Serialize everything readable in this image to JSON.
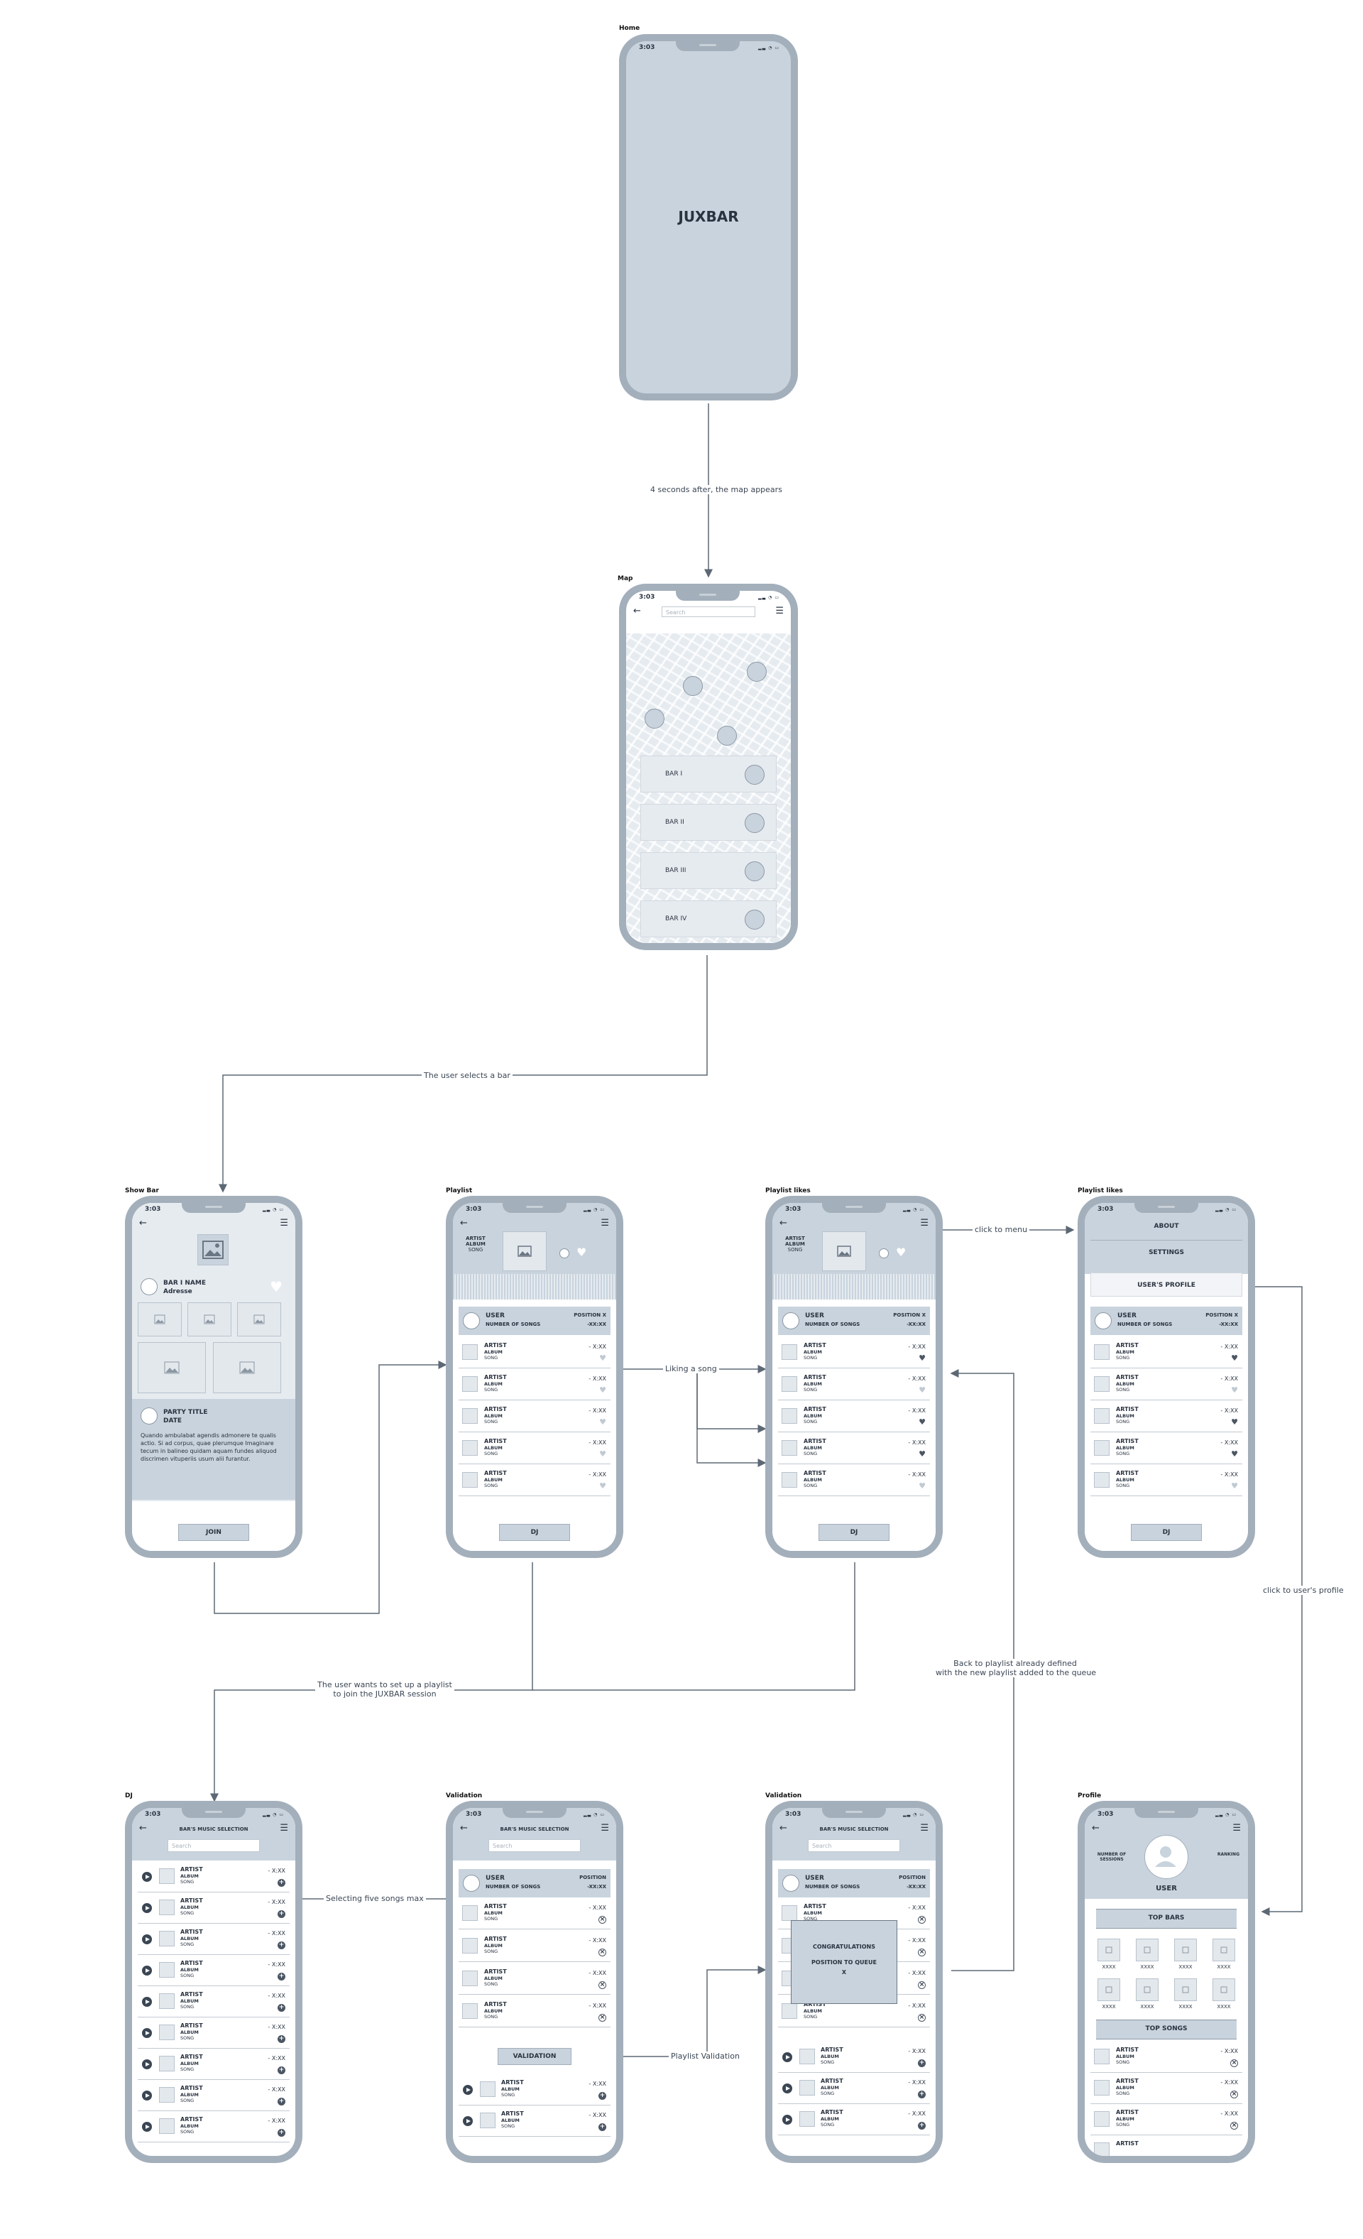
{
  "frames": {
    "home": "Home",
    "map": "Map",
    "showbar": "Show Bar",
    "playlist": "Playlist",
    "likes1": "Playlist likes",
    "likes2": "Playlist likes",
    "dj": "DJ",
    "val1": "Validation",
    "val2": "Validation",
    "profile": "Profile"
  },
  "time": "3:03",
  "app_name": "JUXBAR",
  "annotations": {
    "a1": "4 seconds after,  the map appears",
    "a2": "The user selects a bar",
    "a3": "Liking a song",
    "a4": "click to menu",
    "a5": "click to user's profile",
    "a6": "The user wants to set up a playlist",
    "a6b": "to join the JUXBAR session",
    "a7": "Back to playlist already defined",
    "a7b": "with the new playlist added to the queue",
    "a8": "Selecting five songs max",
    "a9": "Playlist Validation"
  },
  "search_placeholder": "Search",
  "bars": [
    "BAR I",
    "BAR II",
    "BAR III",
    "BAR IV"
  ],
  "showbar": {
    "name": "BAR I NAME",
    "address": "Adresse",
    "party_title": "PARTY TITLE",
    "date": "DATE",
    "desc": "Quando ambulabat agendis admonere te qualis actio. Si ad corpus, quae plerumque Imaginare tecum in balineo quidam aquam fundes aliquod discrimen vituperiis usum alii furantur.",
    "join": "JOIN"
  },
  "track": {
    "artist": "ARTIST",
    "album": "ALBUM",
    "song": "SONG",
    "duration": "- X:XX"
  },
  "user": {
    "name": "USER",
    "songs": "NUMBER OF SONGS",
    "position_x": "POSITION X",
    "position": "POSITION",
    "time": "-XX:XX"
  },
  "dj_button": "DJ",
  "menu": {
    "about": "ABOUT",
    "settings": "SETTINGS",
    "profile": "USER'S PROFILE"
  },
  "selection_title": "BAR'S MUSIC SELECTION",
  "validation_button": "VALIDATION",
  "congrats": {
    "l1": "CONGRATULATIONS",
    "l2": "POSITION TO QUEUE",
    "l3": "X"
  },
  "profile": {
    "sessions": "NUMBER OF SESSIONS",
    "ranking": "RANKING",
    "user": "USER",
    "top_bars": "TOP BARS",
    "top_songs": "TOP SONGS",
    "xxxx": "XXXX"
  }
}
